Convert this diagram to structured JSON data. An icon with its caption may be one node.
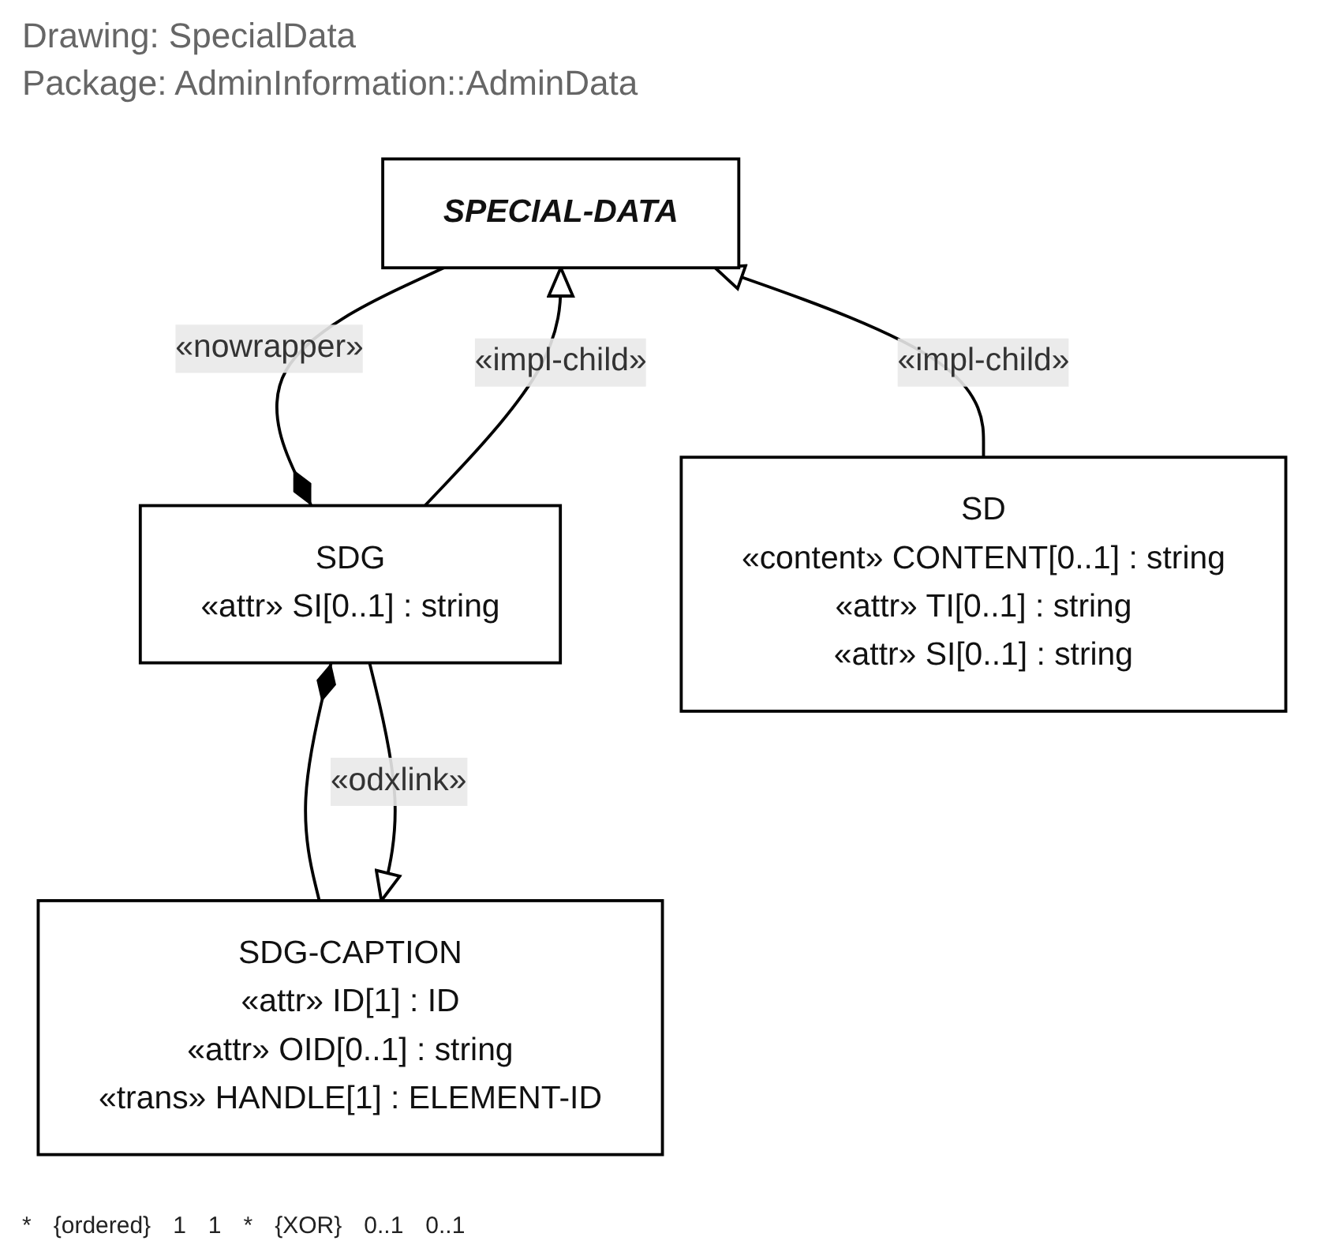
{
  "diagram": {
    "title": "Drawing: SpecialData",
    "nodes": [
      {
        "text": [
          "SPECIAL-DATA"
        ]
      },
      {
        "text": [
          "SDG",
          "«attr» SI[0..1] : string"
        ]
      },
      {
        "text": [
          "SD",
          "«content» CONTENT[0..1] : string",
          "«attr» TI[0..1] : string",
          "«attr» SI[0..1] : string"
        ]
      },
      {
        "text": [
          "SDG-CAPTION",
          "«attr» ID[1] : ID",
          "«attr» OID[0..1] : string",
          "«trans» HANDLE[1] : ELEMENT-ID"
        ]
      }
    ],
    "edges": [
      {
        "from": 1,
        "to": 0,
        "arrow": "other",
        "label": "«nowrapper»"
      },
      {
        "from": 1,
        "to": 0,
        "arrow": "to",
        "label": "«impl-child»"
      },
      {
        "from": 2,
        "to": 0,
        "arrow": "to",
        "label": "«impl-child»"
      },
      {
        "from": 1,
        "to": 3,
        "arrow": "other"
      },
      {
        "from": 1,
        "to": 3,
        "arrow": "to",
        "label": "«odxlink»"
      }
    ],
    "labels": [
      "Package: AdminInformation::AdminData",
      "*",
      "{ordered}",
      "1",
      "1",
      "*",
      "{XOR}",
      "0..1",
      "0..1"
    ]
  }
}
